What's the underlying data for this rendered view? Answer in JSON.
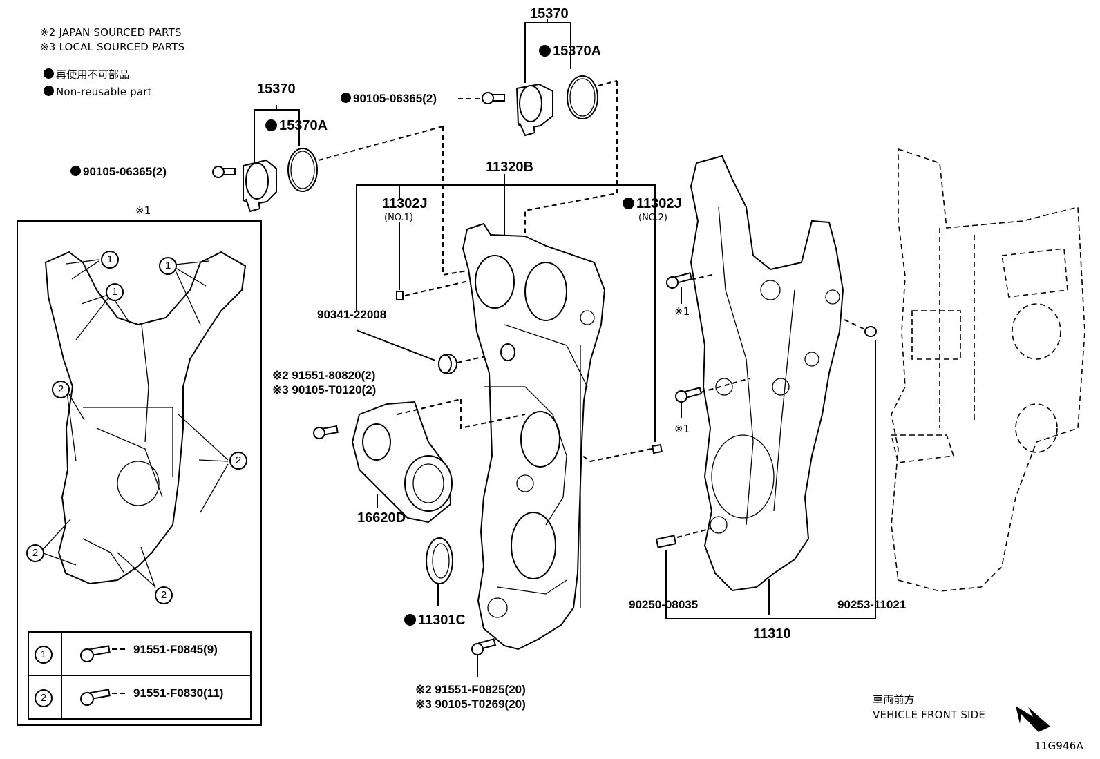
{
  "legend": {
    "note_japan": "※2 JAPAN SOURCED PARTS",
    "note_local": "※3 LOCAL SOURCED PARTS",
    "non_reusable_jp": "再使用不可部品",
    "non_reusable_en": "Non-reusable part"
  },
  "callouts": {
    "top_15370": "15370",
    "top_15370A": "15370A",
    "top_bolt": "90105-06365(2)",
    "left_15370": "15370",
    "left_15370A": "15370A",
    "left_bolt": "90105-06365(2)",
    "cover_11320B": "11320B",
    "gasket_no1": "11302J",
    "gasket_no1_sub": "(NO.1)",
    "gasket_no2": "11302J",
    "gasket_no2_sub": "(NO.2)",
    "plug": "90341-22008",
    "bolt_jp": "※2 91551-80820(2)",
    "bolt_local": "※3 90105-T0120(2)",
    "tensioner": "16620D",
    "seal": "11301C",
    "bottom_bolt_jp": "※2 91551-F0825(20)",
    "bottom_bolt_local": "※3 90105-T0269(20)",
    "mark_1a": "※1",
    "mark_1b": "※1",
    "pin_90250": "90250-08035",
    "pin_90253": "90253-11021",
    "chain_case": "11310"
  },
  "inset": {
    "title": "※1",
    "table": [
      {
        "key": "1",
        "part": "91551-F0845(9)"
      },
      {
        "key": "2",
        "part": "91551-F0830(11)"
      }
    ],
    "markers": [
      "1",
      "1",
      "1",
      "2",
      "2",
      "2",
      "2"
    ]
  },
  "footer": {
    "direction_jp": "車両前方",
    "direction_en": "VEHICLE FRONT SIDE",
    "diagram_id": "11G946A"
  }
}
